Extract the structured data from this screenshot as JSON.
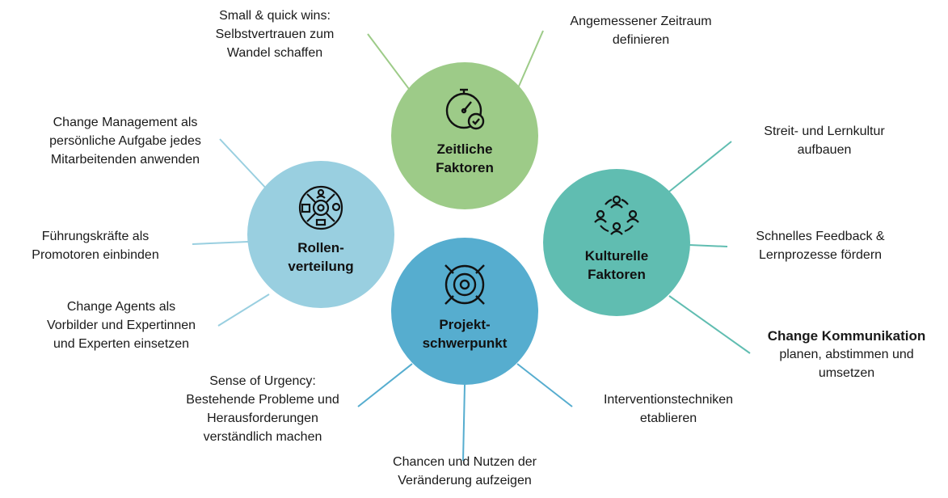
{
  "colors": {
    "zeitlich": "#9DCB88",
    "rollen": "#99CFE0",
    "projekt": "#56ADCF",
    "kulturell": "#60BDB1"
  },
  "hubs": {
    "zeitlich": {
      "line1": "Zeitliche",
      "line2": "Faktoren",
      "icon": "stopwatch-check-icon"
    },
    "rollen": {
      "line1": "Rollen-",
      "line2": "verteilung",
      "icon": "roles-gear-icon"
    },
    "projekt": {
      "line1": "Projekt-",
      "line2": "schwerpunkt",
      "icon": "target-icon"
    },
    "kulturell": {
      "line1": "Kulturelle",
      "line2": "Faktoren",
      "icon": "people-circle-icon"
    }
  },
  "labels": {
    "small_wins": [
      "Small & quick wins:",
      "Selbstvertrauen zum",
      "Wandel schaffen"
    ],
    "zeitraum": [
      "Angemessener Zeitraum",
      "definieren"
    ],
    "cm_aufgabe": [
      "Change Management als",
      "persönliche Aufgabe jedes",
      "Mitarbeitenden anwenden"
    ],
    "fuehrung": [
      "Führungskräfte als",
      "Promotoren einbinden"
    ],
    "agents": [
      "Change Agents als",
      "Vorbilder und Expertinnen",
      "und Experten einsetzen"
    ],
    "streit": [
      "Streit- und Lernkultur",
      "aufbauen"
    ],
    "feedback": [
      "Schnelles Feedback &",
      "Lernprozesse fördern"
    ],
    "kommunikation": {
      "bold": "Change Kommunikation",
      "rest": [
        "planen, abstimmen und",
        "umsetzen"
      ]
    },
    "urgency": [
      "Sense of Urgency:",
      "Bestehende Probleme und",
      "Herausforderungen",
      "verständlich machen"
    ],
    "chancen": [
      "Chancen und Nutzen der",
      "Veränderung aufzeigen"
    ],
    "intervention": [
      "Interventionstechniken",
      "etablieren"
    ]
  }
}
